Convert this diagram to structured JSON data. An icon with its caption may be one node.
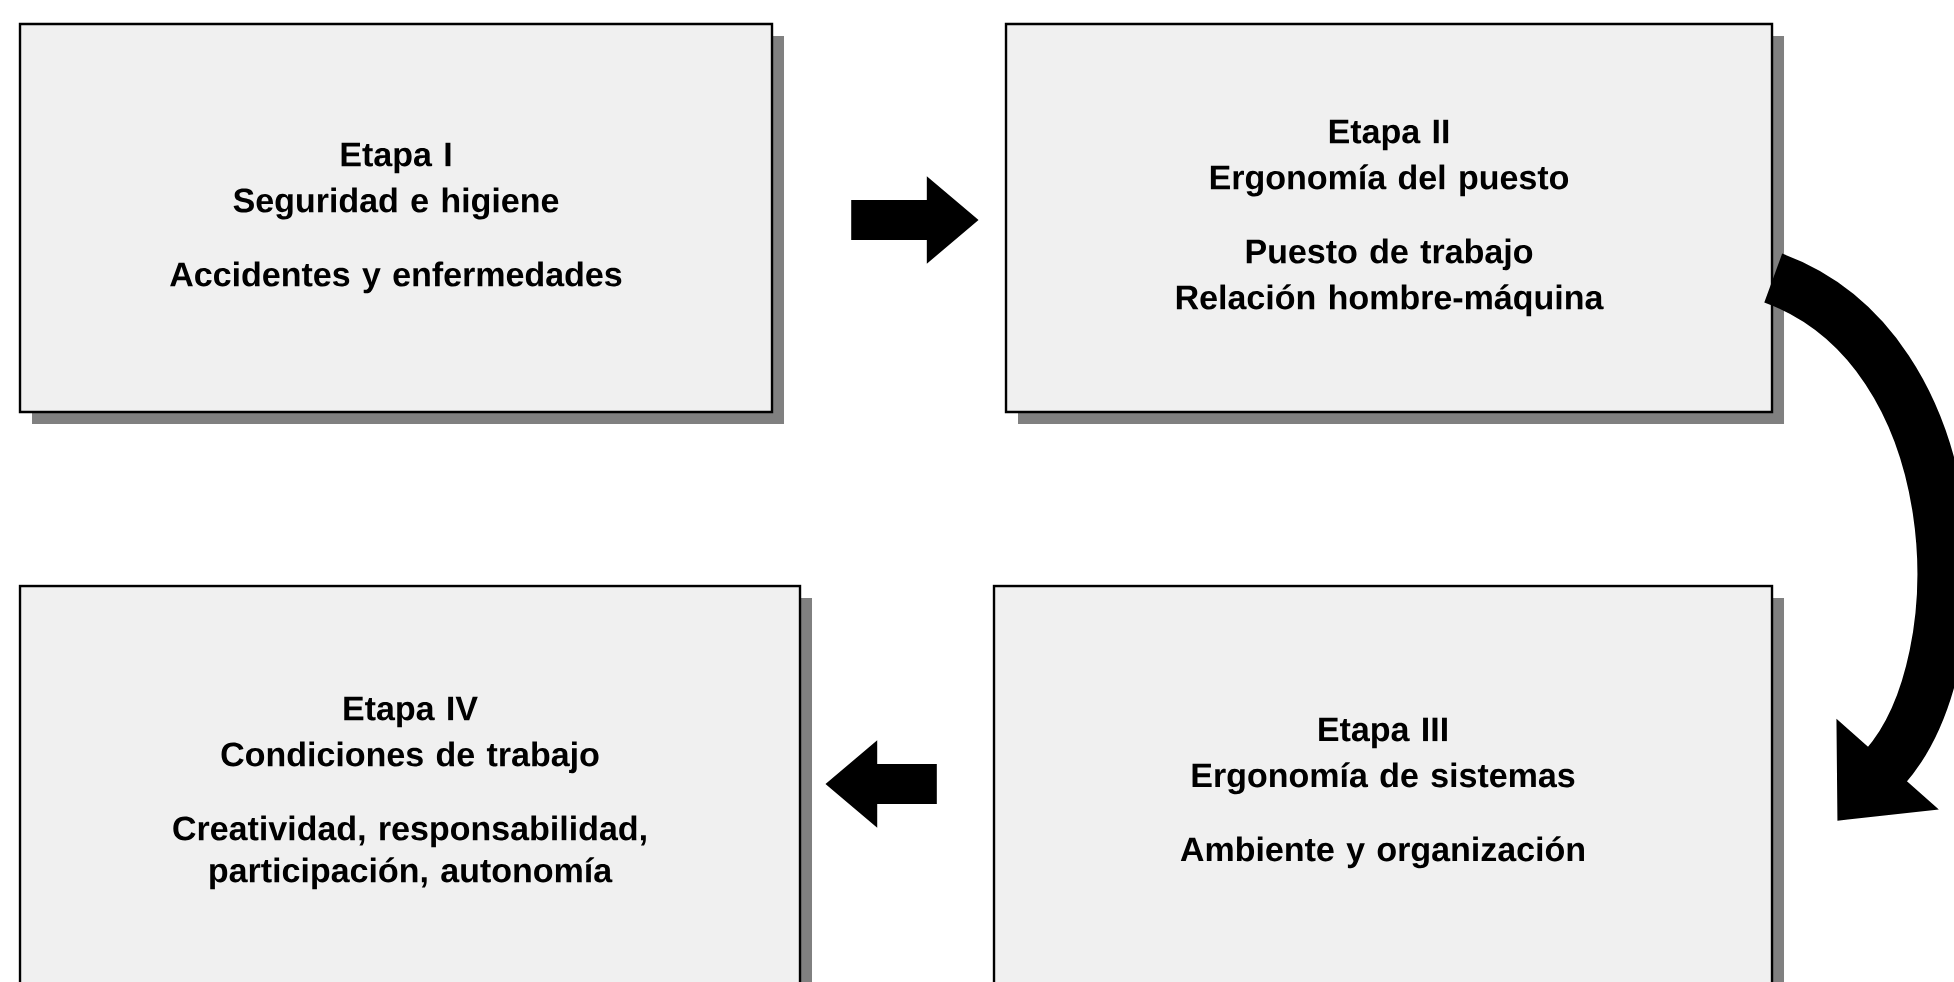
{
  "diagram": {
    "nodes": [
      {
        "text": [
          "Etapa I",
          "Seguridad e higiene",
          "Accidentes y enfermedades"
        ]
      },
      {
        "text": [
          "Etapa II",
          "Ergonomía del puesto",
          "Puesto de trabajo",
          "Relación hombre-máquina"
        ]
      },
      {
        "text": [
          "Etapa III",
          "Ergonomía de sistemas",
          "Ambiente y organización"
        ]
      },
      {
        "text": [
          "Etapa IV",
          "Condiciones de trabajo",
          "Creatividad, responsabilidad, participación, autonomía"
        ]
      }
    ],
    "edges": [
      {
        "from": 0,
        "to": 1,
        "arrow": "to"
      },
      {
        "from": 1,
        "to": 2,
        "arrow": "to"
      },
      {
        "from": 2,
        "to": 3,
        "arrow": "to"
      }
    ]
  }
}
